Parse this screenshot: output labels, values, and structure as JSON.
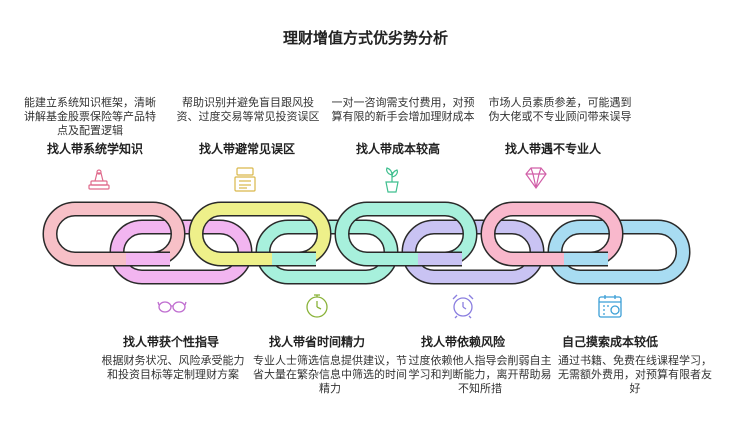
{
  "title": "理财增值方式优劣势分析",
  "top_items": [
    {
      "heading": "找人带系统学知识",
      "desc": "能建立系统知识框架，清晰讲解基金股票保险等产品特点及配置逻辑",
      "icon": "book-stack-icon"
    },
    {
      "heading": "找人带避常见误区",
      "desc": "帮助识别并避免盲目跟风投资、过度交易等常见投资误区",
      "icon": "cash-register-icon"
    },
    {
      "heading": "找人带成本较高",
      "desc": "一对一咨询需支付费用，对预算有限的新手会增加理财成本",
      "icon": "potted-plant-icon"
    },
    {
      "heading": "找人带遇不专业人",
      "desc": "市场人员素质参差，可能遇到伪大佬或不专业顾问带来误导",
      "icon": "diamond-icon"
    }
  ],
  "bottom_items": [
    {
      "heading": "找人带获个性指导",
      "desc": "根据财务状况、风险承受能力和投资目标等定制理财方案",
      "icon": "glasses-icon"
    },
    {
      "heading": "找人带省时间精力",
      "desc": "专业人士筛选信息提供建议，节省大量在繁杂信息中筛选的时间精力",
      "icon": "stopwatch-icon"
    },
    {
      "heading": "找人带依赖风险",
      "desc": "过度依赖他人指导会削弱自主学习和判断能力，离开帮助易不知所措",
      "icon": "alarm-clock-icon"
    },
    {
      "heading": "自己摸索成本较低",
      "desc": "通过书籍、免费在线课程学习，无需额外费用，对预算有限者友好",
      "icon": "calendar-money-icon"
    }
  ],
  "colors": {
    "link1": "#f7c0c7",
    "link2": "#f2b5f0",
    "link3": "#eef08a",
    "link4": "#a7f0dc",
    "link5": "#c9c3f3",
    "link6": "#f9b8cc",
    "link7": "#a8dcf2",
    "outline": "#2a2a2a"
  }
}
